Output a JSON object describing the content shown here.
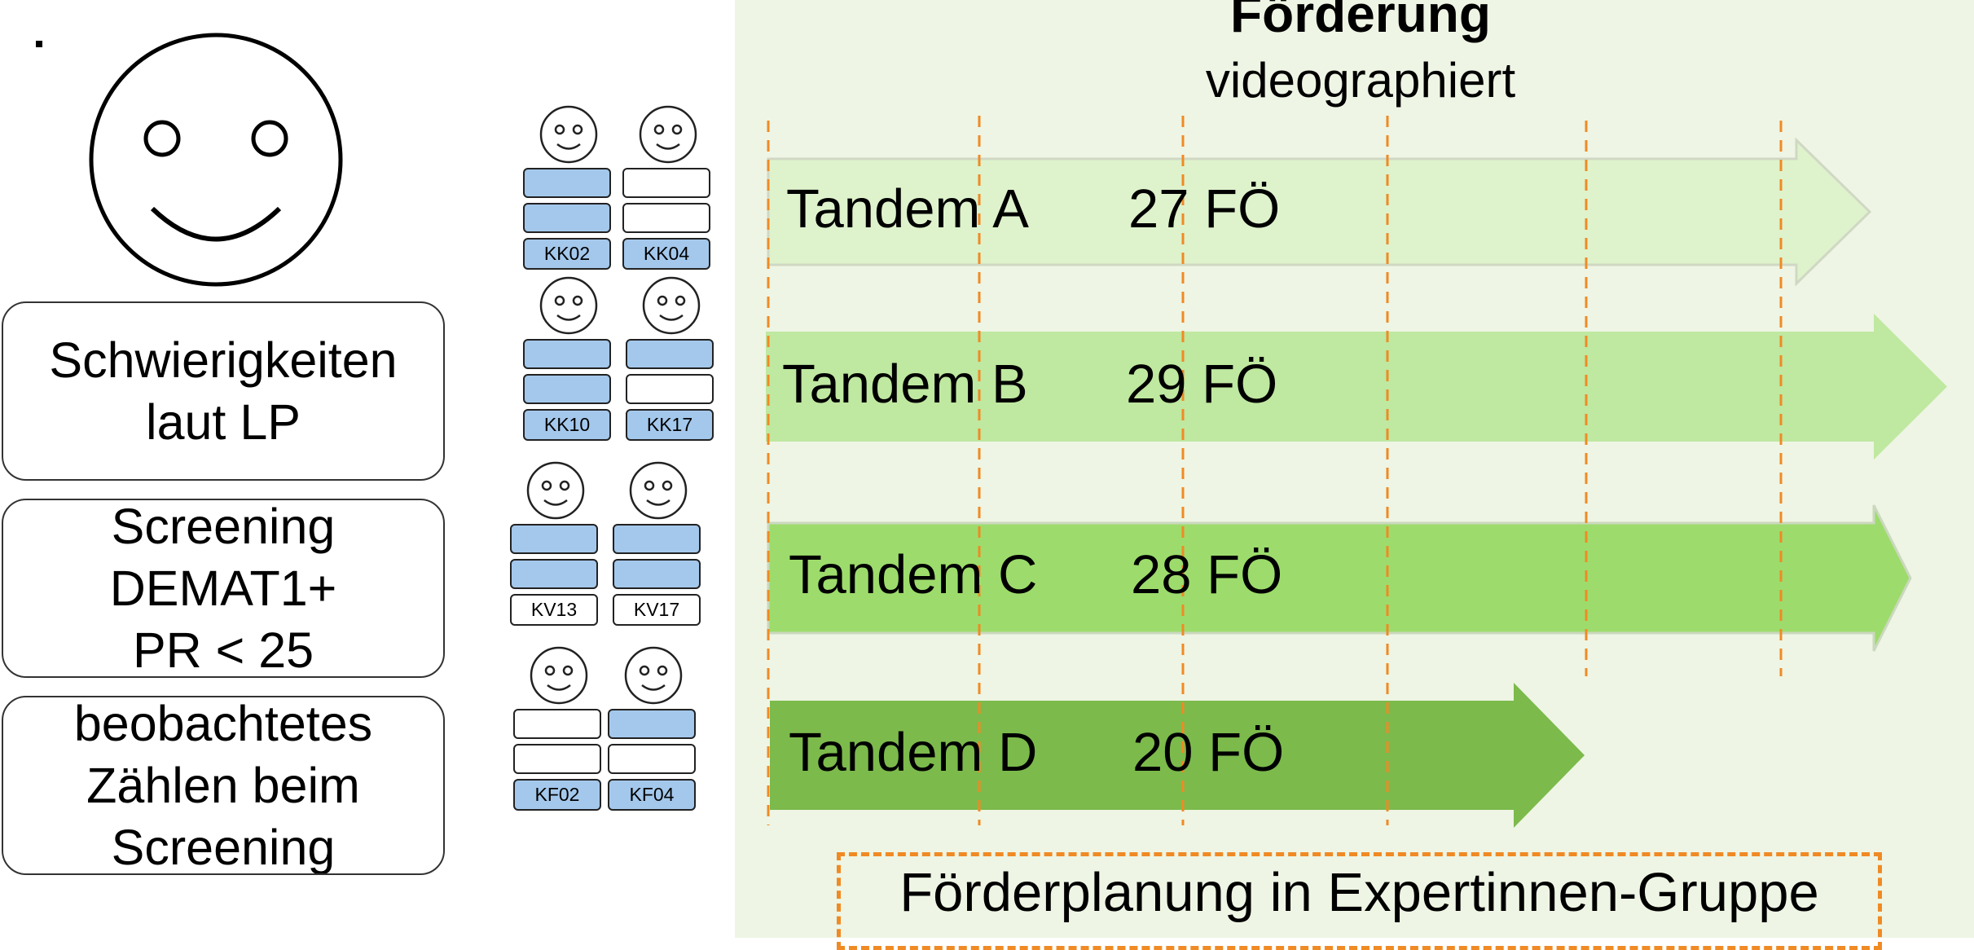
{
  "panel_title": "Förderung",
  "panel_subtitle": "videographiert",
  "criteria": [
    {
      "lines": [
        "Schwierigkeiten",
        "laut LP"
      ]
    },
    {
      "lines": [
        "Screening",
        "DEMAT1+",
        "PR < 25"
      ]
    },
    {
      "lines": [
        "beobachtetes",
        "Zählen beim",
        "Screening"
      ]
    }
  ],
  "children": [
    {
      "code": "KK02",
      "criteria_met": [
        true,
        true,
        true
      ]
    },
    {
      "code": "KK04",
      "criteria_met": [
        false,
        false,
        true
      ]
    },
    {
      "code": "KK10",
      "criteria_met": [
        true,
        true,
        true
      ]
    },
    {
      "code": "KK17",
      "criteria_met": [
        true,
        false,
        true
      ]
    },
    {
      "code": "KV13",
      "criteria_met": [
        true,
        true,
        false
      ]
    },
    {
      "code": "KV17",
      "criteria_met": [
        true,
        true,
        false
      ]
    },
    {
      "code": "KF02",
      "criteria_met": [
        false,
        false,
        true
      ]
    },
    {
      "code": "KF04",
      "criteria_met": [
        true,
        false,
        true
      ]
    }
  ],
  "tandems": [
    {
      "name": "Tandem A",
      "sessions": "27 FÖ",
      "color": "#def3cc"
    },
    {
      "name": "Tandem B",
      "sessions": "29 FÖ",
      "color": "#bfe8a0"
    },
    {
      "name": "Tandem C",
      "sessions": "28 FÖ",
      "color": "#9ddc6c"
    },
    {
      "name": "Tandem D",
      "sessions": "20 FÖ",
      "color": "#7cba4c"
    }
  ],
  "planning_label": "Förderplanung in Expertinnen-Gruppe",
  "colors": {
    "panel_bg": "#eef5e4",
    "dash": "#f08a24",
    "criterion_fill": "#a4c8ec"
  }
}
